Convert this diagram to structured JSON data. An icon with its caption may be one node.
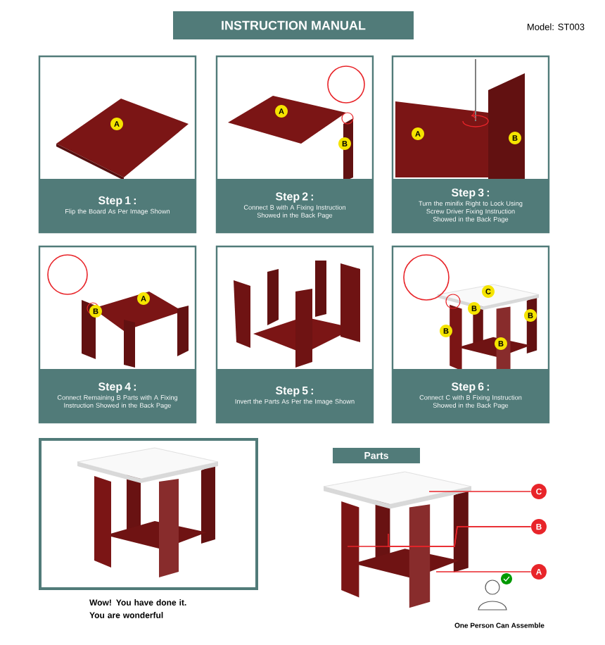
{
  "diagram": {
    "title": "INSTRUCTION MANUAL",
    "nodes": [
      {
        "text": [
          "Step 1 :",
          "Flip the Board As Per Image Shown"
        ]
      },
      {
        "text": [
          "Step 2 :",
          "Connect B with A Fixing Instruction Showed in the Back Page"
        ]
      },
      {
        "text": [
          "Step 3 :",
          "Turn the minifix Right to Lock Using Screw Driver Fixing Instruction Showed in the Back Page"
        ]
      },
      {
        "text": [
          "Step 4 :",
          "Connect Remaining B Parts with A Fixing Instruction Showed in the Back Page"
        ]
      },
      {
        "text": [
          "Step 5 :",
          "Invert the Parts As Per the Image Shown"
        ]
      },
      {
        "text": [
          "Step 6 :",
          "Connect C with B Fixing Instruction Showed in the Back Page"
        ]
      },
      {
        "text": [],
        "shape": "picture",
        "beside": [
          "Wow! You have done it. You are wonderful"
        ]
      },
      {
        "text": [
          "Parts"
        ]
      },
      {
        "text": [
          "C"
        ]
      },
      {
        "text": [
          "B"
        ]
      },
      {
        "text": [
          "A"
        ]
      },
      {
        "text": [],
        "shape": "picture"
      }
    ],
    "edges": [
      {
        "from": 8,
        "to": 11,
        "arrow": "none"
      },
      {
        "from": 9,
        "to": 11,
        "arrow": "none"
      },
      {
        "from": 9,
        "to": 11,
        "arrow": "none"
      },
      {
        "from": 10,
        "to": 11,
        "arrow": "none"
      }
    ],
    "labels": [
      "Model: ST003",
      "A",
      "A",
      "B",
      "A",
      "B",
      "A",
      "B",
      "C",
      "B",
      "B",
      "B",
      "B",
      "One Person Can Assemble"
    ]
  }
}
